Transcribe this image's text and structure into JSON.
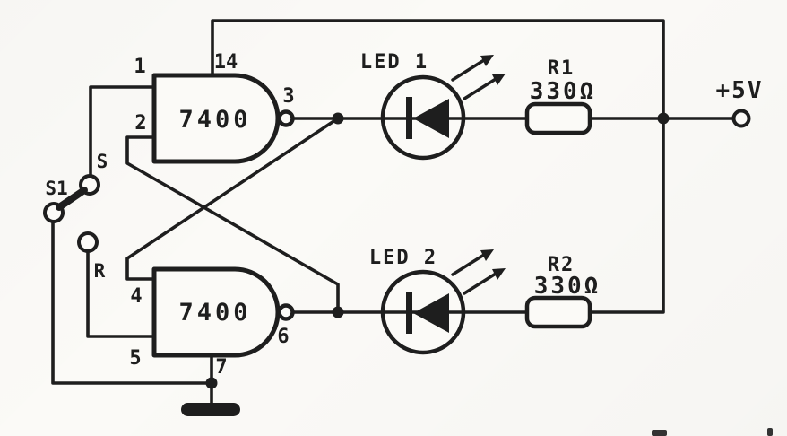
{
  "diagram": {
    "type": "circuit-schematic",
    "subject": "Set-reset (bistable) latch built from two 7400 NAND gates driving two LED indicators",
    "ink_color": "#1e1e1e",
    "paper_color": "#fbfaf7"
  },
  "gates": {
    "gate1": {
      "label": "7400",
      "pin_in_a": "1",
      "pin_in_b": "2",
      "pin_out": "3",
      "pin_vcc": "14"
    },
    "gate2": {
      "label": "7400",
      "pin_in_a": "4",
      "pin_in_b": "5",
      "pin_out": "6",
      "pin_gnd": "7"
    }
  },
  "switch": {
    "ref": "S1",
    "set_label": "S",
    "reset_label": "R"
  },
  "leds": {
    "led1": {
      "label": "LED 1"
    },
    "led2": {
      "label": "LED 2"
    }
  },
  "resistors": {
    "r1": {
      "ref": "R1",
      "value": "330Ω"
    },
    "r2": {
      "ref": "R2",
      "value": "330Ω"
    }
  },
  "power": {
    "supply_label": "+5V"
  }
}
